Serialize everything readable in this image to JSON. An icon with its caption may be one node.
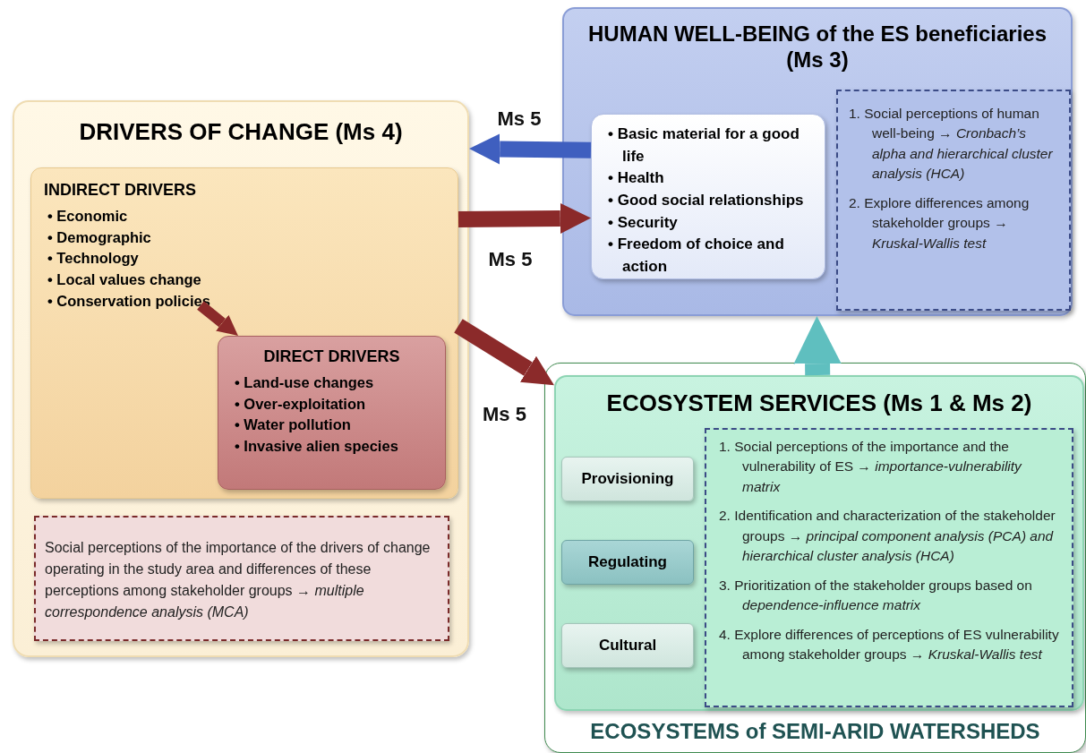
{
  "diagram": {
    "nodes": [
      {
        "text": [
          "HUMAN WELL-BEING of the ES beneficiaries (Ms 3)"
        ]
      },
      {
        "text": [
          "• Basic material for a good life",
          "• Health",
          "• Good social relationships",
          "• Security",
          "• Freedom of choice and action"
        ],
        "in": 0
      },
      {
        "text": [
          "1. Social perceptions of human well-being → *Cronbach’s alpha and hierarchical cluster analysis (HCA)*",
          "2. Explore differences among stakeholder groups → *Kruskal-Wallis test*"
        ],
        "in": 0
      },
      {
        "text": [
          "DRIVERS OF CHANGE (Ms 4)"
        ]
      },
      {
        "text": [
          "INDIRECT DRIVERS",
          "• Economic",
          "• Demographic",
          "• Technology",
          "• Local values change",
          "• Conservation policies"
        ],
        "in": 3
      },
      {
        "text": [
          "DIRECT DRIVERS",
          "• Land-use changes",
          "• Over-exploitation",
          "• Water pollution",
          "• Invasive alien species"
        ],
        "in": 4
      },
      {
        "text": [
          "Social perceptions of the importance of the drivers of change operating in the study area and differences of these perceptions among stakeholder groups → *multiple correspondence analysis (MCA)*"
        ],
        "in": 3
      },
      {
        "text": [
          "ECOSYSTEMS of SEMI-ARID WATERSHEDS"
        ]
      },
      {
        "text": [
          "ECOSYSTEM SERVICES (Ms 1 & Ms 2)"
        ],
        "in": 7
      },
      {
        "text": [
          "Provisioning"
        ],
        "in": 8
      },
      {
        "text": [
          "Regulating"
        ],
        "in": 8
      },
      {
        "text": [
          "Cultural"
        ],
        "in": 8
      },
      {
        "text": [
          "1. Social perceptions of the importance and the vulnerability of ES → *importance-vulnerability matrix*",
          "2. Identification and characterization of the stakeholder groups → *principal component analysis (PCA) and hierarchical cluster analysis (HCA)*",
          "3. Prioritization of the stakeholder groups based on *dependence-influence matrix*",
          "4. Explore differences of perceptions of ES vulnerability among stakeholder groups → *Kruskal-Wallis test*"
        ],
        "in": 8
      }
    ],
    "edges": [
      {
        "from": 1,
        "to": 3,
        "arrow": "to",
        "label": "Ms 5",
        "color": "#3f5fbf"
      },
      {
        "from": 4,
        "to": 1,
        "arrow": "to",
        "label": "Ms 5"
      },
      {
        "from": null,
        "to": 5,
        "arrow": "to"
      },
      {
        "from": 4,
        "to": 8,
        "arrow": "to",
        "label": "Ms 5"
      },
      {
        "from": 8,
        "to": 0,
        "arrow": "to",
        "color": "#5fbfbf"
      }
    ]
  }
}
